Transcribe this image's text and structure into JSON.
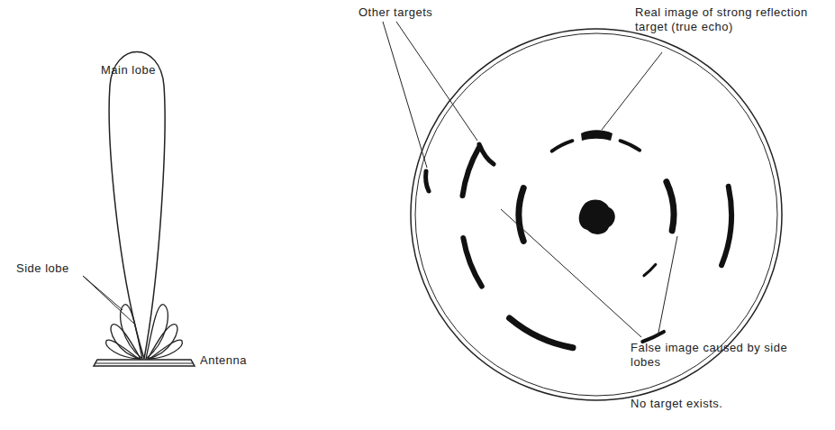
{
  "diagram": {
    "labels": [
      "Main lobe",
      "Side lobe",
      "Antenna",
      "Other targets",
      "Real image of strong reflection target (true echo)",
      "False image caused by side lobes",
      "No target exists."
    ]
  }
}
